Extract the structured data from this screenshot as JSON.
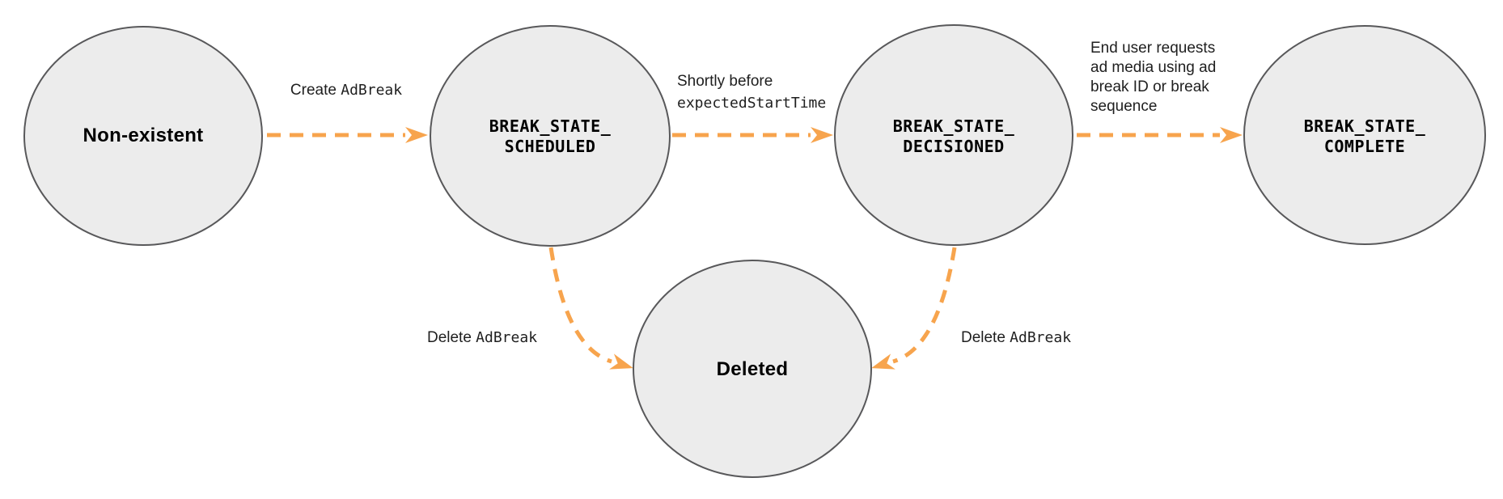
{
  "diagram": {
    "colors": {
      "arrow": "#F7A44D",
      "node_fill": "#ECECEC",
      "node_stroke": "#58585A",
      "node_text": "#000000",
      "label_text": "#1F1F1F",
      "background": "#FFFFFF"
    },
    "nodes": [
      {
        "name": "non-existent",
        "lines": [
          "Non-existent"
        ]
      },
      {
        "name": "break-state-scheduled",
        "lines": [
          "BREAK_STATE_",
          "SCHEDULED"
        ]
      },
      {
        "name": "break-state-decisioned",
        "lines": [
          "BREAK_STATE_",
          "DECISIONED"
        ]
      },
      {
        "name": "break-state-complete",
        "lines": [
          "BREAK_STATE_",
          "COMPLETE"
        ]
      },
      {
        "name": "deleted",
        "lines": [
          "Deleted"
        ]
      }
    ],
    "edges": [
      {
        "name": "create-adbreak",
        "from": "non-existent",
        "to": "break-state-scheduled",
        "label": {
          "plain": "Create ",
          "code": "AdBreak"
        }
      },
      {
        "name": "shortly-before-expected-start-time",
        "from": "break-state-scheduled",
        "to": "break-state-decisioned",
        "label": {
          "line1": "Shortly before",
          "line2_code": "expectedStartTime"
        }
      },
      {
        "name": "end-user-requests-ad-media",
        "from": "break-state-decisioned",
        "to": "break-state-complete",
        "label": {
          "lines": [
            "End user requests",
            "ad media using ad",
            "break ID or break",
            "sequence"
          ]
        }
      },
      {
        "name": "delete-adbreak-from-scheduled",
        "from": "break-state-scheduled",
        "to": "deleted",
        "label": {
          "plain": "Delete ",
          "code": "AdBreak"
        }
      },
      {
        "name": "delete-adbreak-from-decisioned",
        "from": "break-state-decisioned",
        "to": "deleted",
        "label": {
          "plain": "Delete ",
          "code": "AdBreak"
        }
      }
    ]
  }
}
